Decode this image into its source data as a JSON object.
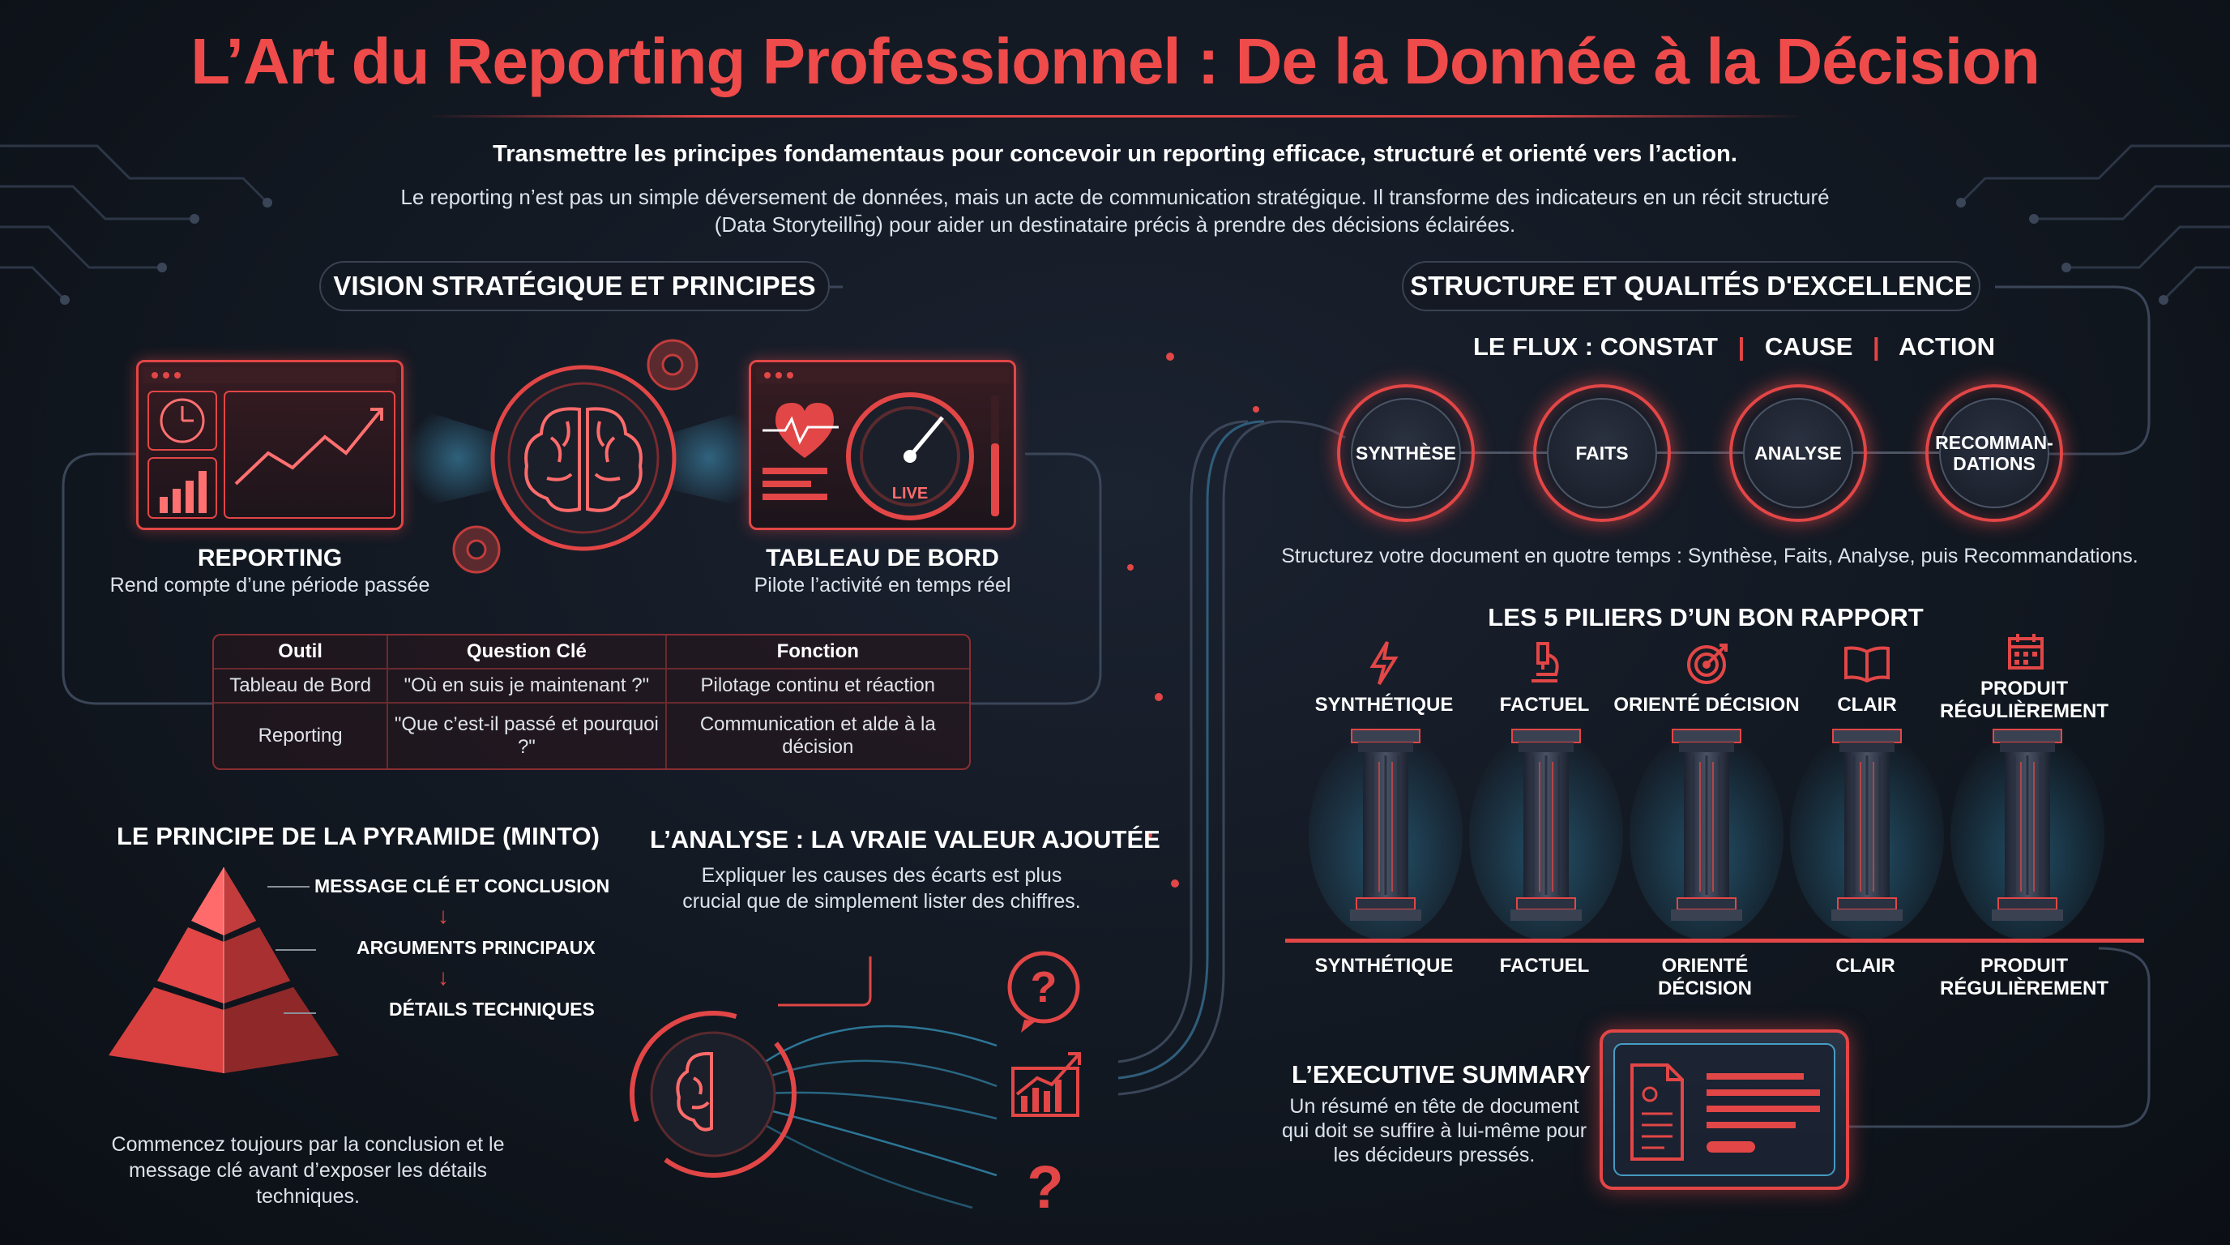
{
  "title": "L’Art du Reporting Professionnel : De la Donnée à la Décision",
  "subtitle": "Transmettre les principes fondamentaus pour concevoir un reporting efficace, structuré et orienté vers l’action.",
  "intro": "Le reporting n’est pas un simple déversement de données, mais un acte de communication stratégique. Il transforme des indicateurs en un récit structuré (Data Storyteilln̄g) pour aider un destinataire précis à prendre des décisions éclairées.",
  "colors": {
    "accent": "#e24646",
    "title": "#ef4b4b",
    "background": "#121821",
    "glow": "#3fb6e6"
  },
  "left": {
    "section_title": "VISION STRATÉGIQUE ET PRINCIPES",
    "reporting": {
      "title": "REPORTING",
      "desc": "Rend compte d’une période passée"
    },
    "dashboard": {
      "title": "TABLEAU DE BORD",
      "desc": "Pilote l’activité en temps réel",
      "live_label": "LIVE"
    },
    "table": {
      "headers": [
        "Outil",
        "Question Clé",
        "Fonction"
      ],
      "rows": [
        [
          "Tableau de Bord",
          "\"Où en suis je maintenant ?\"",
          "Pilotage continu et réaction"
        ],
        [
          "Reporting",
          "\"Que c’est-il passé et pourquoi ?\"",
          "Communication et alde à la décision"
        ]
      ]
    },
    "pyramid": {
      "title": "LE PRINCIPE DE LA PYRAMIDE (MINTO)",
      "levels": [
        "MESSAGE CLÉ ET CONCLUSION",
        "ARGUMENTS PRINCIPAUX",
        "DÉTAILS TECHNIQUES"
      ],
      "text": "Commencez toujours par la conclusion et le message clé avant d’exposer les détails techniques."
    },
    "analysis": {
      "title": "L’ANALYSE : LA VRAIE VALEUR AJOUTÉE",
      "text": "Expliquer les causes des écarts est plus crucial que de simplement lister des chiffres."
    }
  },
  "right": {
    "section_title": "STRUCTURE ET QUALITÉS D'EXCELLENCE",
    "flux": {
      "label": "LE FLUX : CONSTAT",
      "cause": "CAUSE",
      "action": "ACTION",
      "separator": "|"
    },
    "steps": [
      "SYNTHÈSE",
      "FAITS",
      "ANALYSE",
      "RECOMMAN-\nDATIONS"
    ],
    "steps_text": "Structurez votre document en quotre temps : Synthèse, Faits, Analyse, puis Recommandations.",
    "pillars_title": "LES 5 PILIERS D’UN BON RAPPORT",
    "pillars_top": [
      {
        "label": "SYNTHÉTIQUE",
        "icon": "lightning-icon"
      },
      {
        "label": "FACTUEL",
        "icon": "microscope-icon"
      },
      {
        "label": "ORIENTÉ DÉCISION",
        "icon": "target-icon"
      },
      {
        "label": "CLAIR",
        "icon": "book-icon"
      },
      {
        "label": "PRODUIT\nRÉGULIÈREMENT",
        "icon": "calendar-icon"
      }
    ],
    "pillars_bottom": [
      "SYNTHÉTIQUE",
      "FACTUEL",
      "ORIENTÉ\nDÉCISION",
      "CLAIR",
      "PRODUIT\nRÉGULIÈREMENT"
    ],
    "executive": {
      "title": "L’EXECUTIVE SUMMARY",
      "text": "Un résumé en tête de document qui doit se suffire à lui-même pour les décideurs pressés."
    }
  }
}
